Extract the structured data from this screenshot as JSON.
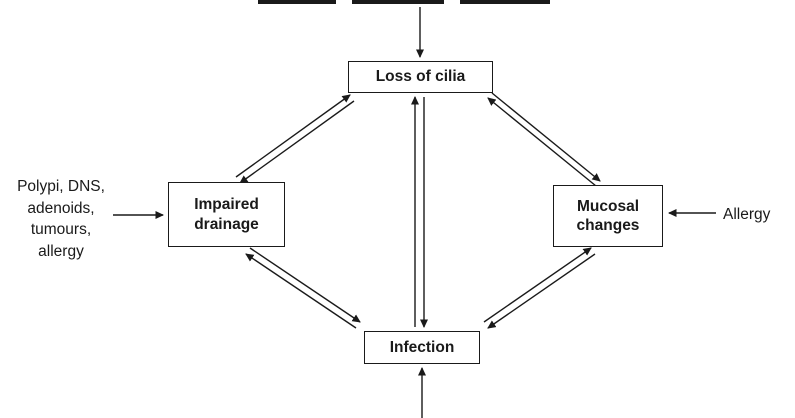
{
  "diagram": {
    "title": "Vicious cycle diagram (top caption cropped out of view)",
    "nodes": {
      "loss_of_cilia": {
        "label": "Loss of cilia"
      },
      "impaired_drainage": {
        "label": "Impaired\ndrainage"
      },
      "mucosal_changes": {
        "label": "Mucosal\nchanges"
      },
      "infection": {
        "label": "Infection"
      }
    },
    "external_labels": {
      "left_causes": "Polypi, DNS,\nadenoids,\ntumours,\nallergy",
      "right_cause": "Allergy"
    },
    "edges": [
      "top-cropped-text -> loss_of_cilia",
      "loss_of_cilia <-> impaired_drainage",
      "loss_of_cilia <-> mucosal_changes",
      "loss_of_cilia <-> infection",
      "impaired_drainage <-> infection",
      "mucosal_changes <-> infection",
      "left_causes -> impaired_drainage",
      "right_cause -> mucosal_changes",
      "bottom-cropped -> infection"
    ],
    "colors": {
      "line": "#1a1a1a",
      "box_border": "#1a1a1a",
      "text": "#1a1a1a",
      "background": "#ffffff"
    }
  }
}
